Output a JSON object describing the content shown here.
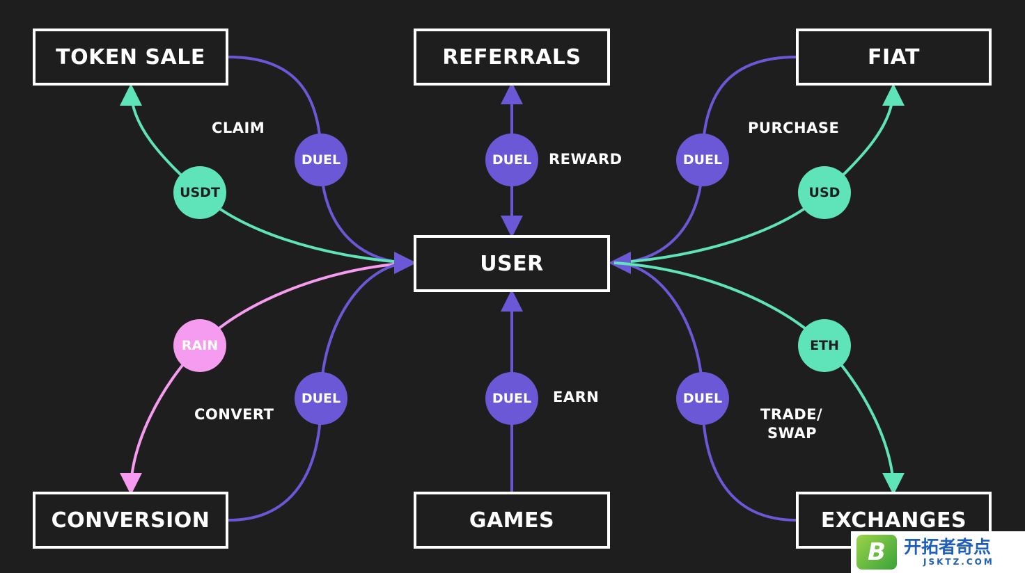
{
  "colors": {
    "background": "#1e1e1e",
    "box_border": "#ffffff",
    "duel": "#6a58d6",
    "usdt_usd_eth": "#5fe3b8",
    "rain": "#f59cf0"
  },
  "boxes": {
    "token_sale": "TOKEN SALE",
    "referrals": "REFERRALS",
    "fiat": "FIAT",
    "user": "USER",
    "conversion": "CONVERSION",
    "games": "GAMES",
    "exchanges": "EXCHANGES"
  },
  "nodes": {
    "duel": "DUEL",
    "usdt": "USDT",
    "usd": "USD",
    "rain": "RAIN",
    "eth": "ETH"
  },
  "labels": {
    "claim": "CLAIM",
    "reward": "REWARD",
    "purchase": "PURCHASE",
    "convert": "CONVERT",
    "earn": "EARN",
    "trade_line1": "TRADE/",
    "trade_line2": "SWAP"
  },
  "watermark": {
    "logo_letter": "B",
    "text": "开拓者奇点",
    "url": "JSKTZ.COM"
  }
}
